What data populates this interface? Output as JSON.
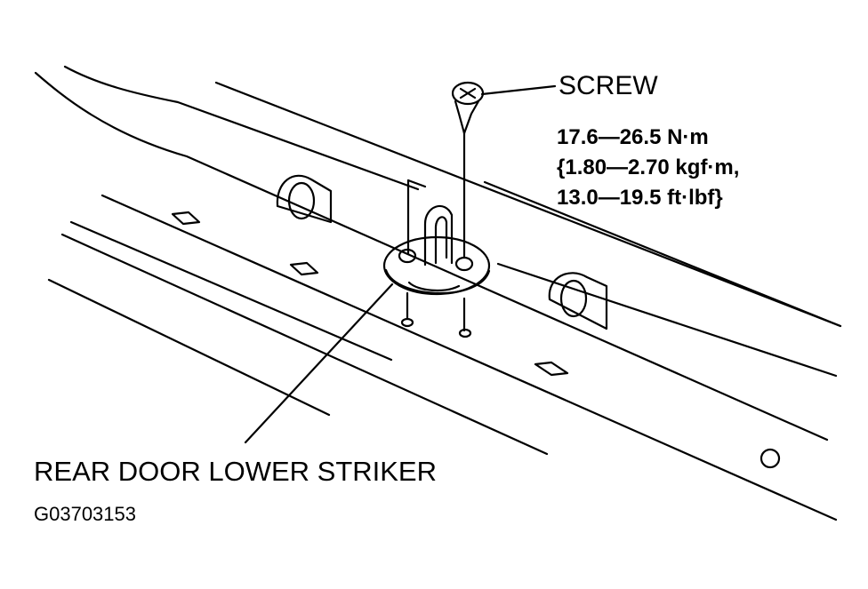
{
  "labels": {
    "screw": "SCREW",
    "torque_spec": [
      "17.6—26.5 N·m",
      "{1.80—2.70 kgf·m,",
      "13.0—19.5 ft·lbf}"
    ],
    "striker": "REAR DOOR LOWER STRIKER",
    "figure_code": "G03703153"
  },
  "colors": {
    "line": "#000000",
    "background": "#ffffff"
  }
}
